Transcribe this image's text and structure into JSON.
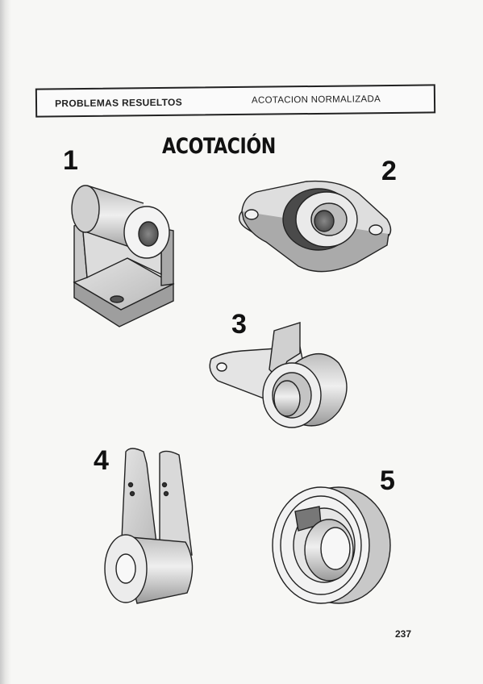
{
  "header": {
    "left": "PROBLEMAS RESUELTOS",
    "right": "ACOTACION NORMALIZADA"
  },
  "title": "ACOTACIÓN",
  "figures": [
    {
      "number": "1"
    },
    {
      "number": "2"
    },
    {
      "number": "3"
    },
    {
      "number": "4"
    },
    {
      "number": "5"
    }
  ],
  "page_number": "237"
}
